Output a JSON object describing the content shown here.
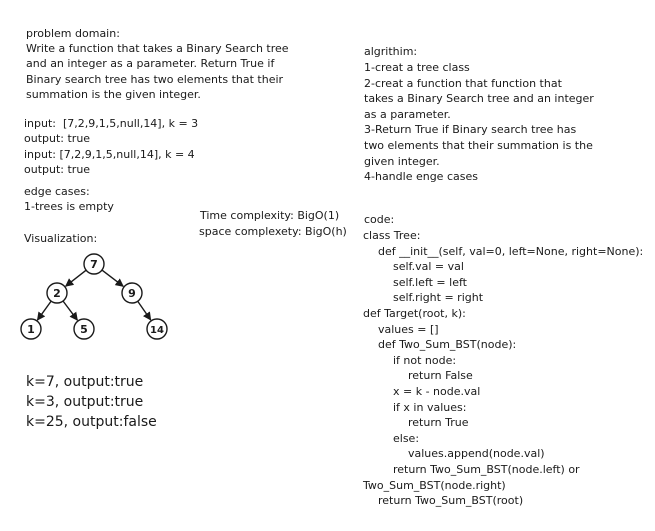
{
  "left": {
    "problem_label": "problem domain:",
    "problem_lines": [
      "Write a function that takes a Binary Search tree",
      "and an integer as a parameter. Return True if",
      "Binary search tree has two elements that their",
      "summation is the given integer."
    ],
    "io_lines": [
      "input:  [7,2,9,1,5,null,14], k = 3",
      "output: true",
      "input: [7,2,9,1,5,null,14], k = 4",
      "output: true"
    ],
    "edge_label": "edge cases:",
    "edge_lines": [
      "1-trees is empty"
    ],
    "viz_label": "Visualization:"
  },
  "complexity": {
    "time": "Time complexity: BigO(1)",
    "space": "space complexety: BigO(h)"
  },
  "tree": {
    "nodes": [
      {
        "id": "n7",
        "label": "7"
      },
      {
        "id": "n2",
        "label": "2"
      },
      {
        "id": "n9",
        "label": "9"
      },
      {
        "id": "n1",
        "label": "1"
      },
      {
        "id": "n5",
        "label": "5"
      },
      {
        "id": "n14",
        "label": "14"
      }
    ],
    "edges": [
      [
        "n7",
        "n2"
      ],
      [
        "n7",
        "n9"
      ],
      [
        "n2",
        "n1"
      ],
      [
        "n2",
        "n5"
      ],
      [
        "n9",
        "n14"
      ]
    ]
  },
  "results": [
    "k=7, output:true",
    "k=3, output:true",
    "k=25, output:false"
  ],
  "algorithm": {
    "label": "algrithim:",
    "lines": [
      "1-creat a tree class",
      "2-creat a function that function that",
      "takes a Binary Search tree and an integer",
      "as a parameter.",
      "3-Return True if Binary search tree has",
      "two elements that their summation is the",
      "given integer.",
      "4-handle enge cases"
    ]
  },
  "code": {
    "label": "code:",
    "lines": [
      {
        "text": "class Tree:",
        "indent": 0
      },
      {
        "text": "def __init__(self, val=0, left=None, right=None):",
        "indent": 1
      },
      {
        "text": "self.val = val",
        "indent": 2
      },
      {
        "text": "self.left = left",
        "indent": 2
      },
      {
        "text": "self.right = right",
        "indent": 2
      },
      {
        "text": "def Target(root, k):",
        "indent": 0
      },
      {
        "text": "values = []",
        "indent": 1
      },
      {
        "text": "def Two_Sum_BST(node):",
        "indent": 1
      },
      {
        "text": "if not node:",
        "indent": 2
      },
      {
        "text": "return False",
        "indent": 3
      },
      {
        "text": "x = k - node.val",
        "indent": 2
      },
      {
        "text": "if x in values:",
        "indent": 2
      },
      {
        "text": "return True",
        "indent": 3
      },
      {
        "text": "else:",
        "indent": 2
      },
      {
        "text": "values.append(node.val)",
        "indent": 3
      },
      {
        "text": "return Two_Sum_BST(node.left) or",
        "indent": 2
      },
      {
        "text": "Two_Sum_BST(node.right)",
        "indent": 0
      },
      {
        "text": "return Two_Sum_BST(root)",
        "indent": 1
      }
    ]
  }
}
